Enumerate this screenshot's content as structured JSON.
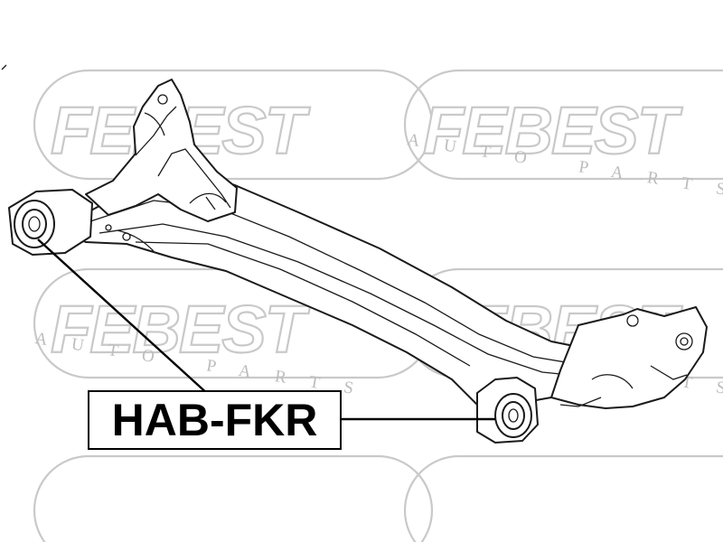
{
  "part_label": "HAB-FKR",
  "watermark": {
    "brand": "FEBEST",
    "tagline": "AUTO PARTS"
  },
  "colors": {
    "background": "#ffffff",
    "watermark": "#c9c9c9",
    "drawing": "#1a1a1a",
    "label": "#000000"
  }
}
